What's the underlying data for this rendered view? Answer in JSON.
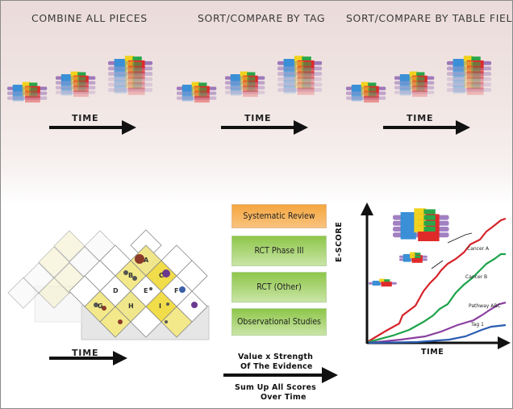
{
  "headers": {
    "combine": "COMBINE ALL PIECES",
    "sort_tag": "SORT/COMPARE BY TAG",
    "sort_field": "SORT/COMPARE BY TABLE FIELD"
  },
  "time_label": "TIME",
  "evidence_levels": [
    {
      "label": "Systematic Review",
      "color": "#f4a23a"
    },
    {
      "label": "RCT Phase III",
      "color": "#8fc94b"
    },
    {
      "label": "RCT (Other)",
      "color": "#8fc94b"
    },
    {
      "label": "Observational Studies",
      "color": "#8fc94b"
    }
  ],
  "formula": {
    "line1": "Value x Strength",
    "line2": "Of The Evidence",
    "line3": "Sum Up All Scores",
    "line4": "Over Time"
  },
  "grid_letters": [
    "A",
    "B",
    "C",
    "D",
    "E",
    "F",
    "G",
    "H",
    "I"
  ],
  "colors": {
    "block_yellow": "#f1d21e",
    "block_green": "#2aa64a",
    "block_red": "#e02a2a",
    "block_blue": "#3b8fd6",
    "block_purple": "#7a4aa8",
    "arrow": "#111111"
  },
  "chart_data": {
    "type": "line",
    "xlabel": "TIME",
    "ylabel": "E-SCORE",
    "series": [
      {
        "name": "Cancer A",
        "color": "#d6232a"
      },
      {
        "name": "Cancer B",
        "color": "#1ea34a"
      },
      {
        "name": "Pathway ABC",
        "color": "#8a3fa0"
      },
      {
        "name": "Tag 1",
        "color": "#2a5cb0"
      }
    ]
  }
}
